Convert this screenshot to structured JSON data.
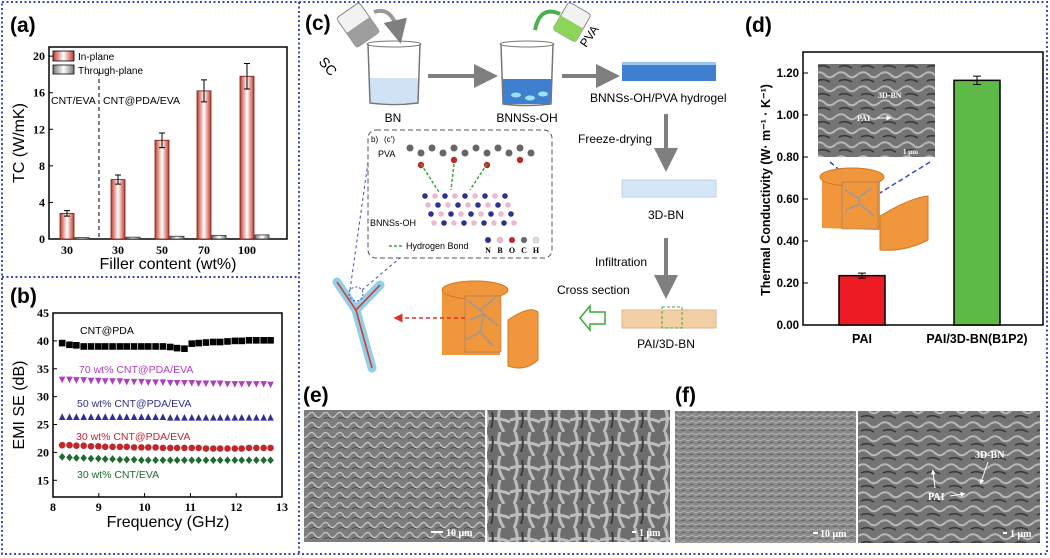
{
  "panels": {
    "a_label": "(a)",
    "b_label": "(b)",
    "c_label": "(c)",
    "d_label": "(d)",
    "e_label": "(e)",
    "f_label": "(f)"
  },
  "chart_data": [
    {
      "id": "a",
      "type": "bar",
      "xlabel": "Filler content (wt%)",
      "ylabel": "TC (W/mK)",
      "ylim": [
        0,
        21
      ],
      "yticks": [
        "0",
        "4",
        "8",
        "12",
        "16",
        "20"
      ],
      "categories": [
        "30",
        "30",
        "50",
        "70",
        "100"
      ],
      "group_labels": [
        "CNT/EVA",
        "CNT@PDA/EVA"
      ],
      "legend_position": "top-left",
      "series": [
        {
          "name": "In-plane",
          "color": "#c0392b",
          "values": [
            2.8,
            6.5,
            10.8,
            16.2,
            17.8
          ],
          "errors": [
            0.3,
            0.5,
            0.8,
            1.2,
            1.4
          ]
        },
        {
          "name": "Through-plane",
          "color": "#888888",
          "values": [
            0.15,
            0.2,
            0.3,
            0.4,
            0.45
          ],
          "errors": [
            0.02,
            0.03,
            0.03,
            0.1,
            0.05
          ]
        }
      ]
    },
    {
      "id": "b",
      "type": "scatter",
      "xlabel": "Frequency (GHz)",
      "ylabel": "EMI SE (dB)",
      "xlim": [
        8,
        13
      ],
      "ylim": [
        12,
        45
      ],
      "xticks": [
        "8",
        "9",
        "10",
        "11",
        "12",
        "13"
      ],
      "yticks": [
        "15",
        "20",
        "25",
        "30",
        "35",
        "40",
        "45"
      ],
      "x": [
        8.2,
        8.36,
        8.51,
        8.67,
        8.83,
        8.99,
        9.14,
        9.3,
        9.46,
        9.61,
        9.77,
        9.93,
        10.08,
        10.24,
        10.4,
        10.56,
        10.71,
        10.87,
        11.03,
        11.18,
        11.34,
        11.5,
        11.65,
        11.81,
        11.97,
        12.12,
        12.28,
        12.44,
        12.6,
        12.75
      ],
      "series": [
        {
          "name": "CNT@PDA",
          "color": "#000000",
          "marker": "square",
          "values": [
            39.6,
            39.3,
            39.2,
            39.0,
            39.0,
            39.0,
            39.0,
            39.0,
            39.0,
            39.0,
            39.0,
            39.0,
            39.0,
            39.0,
            39.0,
            38.9,
            38.7,
            38.6,
            39.5,
            39.6,
            39.7,
            39.8,
            39.8,
            39.9,
            40.0,
            40.0,
            40.1,
            40.1,
            40.1,
            40.1
          ]
        },
        {
          "name": "70 wt% CNT@PDA/EVA",
          "color": "#b03fc0",
          "marker": "triangle-down",
          "values": [
            33.0,
            33.0,
            32.9,
            32.9,
            32.8,
            32.8,
            32.7,
            32.7,
            32.7,
            32.6,
            32.6,
            32.6,
            32.5,
            32.5,
            32.5,
            32.4,
            32.4,
            32.4,
            32.4,
            32.3,
            32.3,
            32.3,
            32.3,
            32.2,
            32.2,
            32.2,
            32.2,
            32.2,
            32.2,
            32.1
          ]
        },
        {
          "name": "50 wt% CNT@PDA/EVA",
          "color": "#2e3192",
          "marker": "triangle-up",
          "values": [
            26.4,
            26.4,
            26.4,
            26.4,
            26.4,
            26.4,
            26.4,
            26.4,
            26.4,
            26.4,
            26.4,
            26.4,
            26.4,
            26.4,
            26.4,
            26.3,
            26.3,
            26.3,
            26.3,
            26.3,
            26.3,
            26.3,
            26.3,
            26.3,
            26.3,
            26.3,
            26.3,
            26.3,
            26.3,
            26.3
          ]
        },
        {
          "name": "30 wt% CNT@PDA/EVA",
          "color": "#c0272d",
          "marker": "circle",
          "values": [
            21.3,
            21.3,
            21.2,
            21.2,
            21.1,
            21.1,
            21.0,
            21.0,
            21.0,
            21.0,
            20.9,
            20.9,
            20.9,
            20.9,
            20.8,
            20.8,
            20.8,
            20.8,
            20.8,
            20.8,
            20.7,
            20.7,
            20.7,
            20.7,
            20.7,
            20.7,
            20.8,
            20.8,
            20.8,
            20.8
          ]
        },
        {
          "name": "30 wt% CNT/EVA",
          "color": "#1e6b2e",
          "marker": "diamond",
          "values": [
            19.2,
            19.1,
            19.0,
            19.0,
            18.9,
            18.9,
            18.8,
            18.8,
            18.7,
            18.7,
            18.7,
            18.6,
            18.6,
            18.6,
            18.6,
            18.6,
            18.6,
            18.6,
            18.6,
            18.6,
            18.6,
            18.6,
            18.6,
            18.6,
            18.6,
            18.6,
            18.6,
            18.6,
            18.6,
            18.6
          ]
        }
      ]
    },
    {
      "id": "d",
      "type": "bar",
      "ylabel": "Thermal Conductivity (W· m⁻¹ · K⁻¹)",
      "ylim": [
        0,
        1.3
      ],
      "yticks": [
        "0.00",
        "0.20",
        "0.40",
        "0.60",
        "0.80",
        "1.00",
        "1.20"
      ],
      "categories": [
        "PAI",
        "PAI/3D-BN(B1P2)"
      ],
      "values": [
        0.235,
        1.165
      ],
      "errors": [
        0.012,
        0.02
      ],
      "colors": [
        "#ed1c24",
        "#5dba46"
      ],
      "inset": {
        "label_bn": "3D-BN",
        "label_pai": "PAI",
        "scale": "1 μm"
      }
    }
  ],
  "schematic": {
    "sc": "SC",
    "pva_bottle": "PVA",
    "bn": "BN",
    "bnnss_oh": "BNNSs-OH",
    "hydrogel": "BNNSs-OH/PVA hydrogel",
    "freeze_drying": "Freeze-drying",
    "bn3d": "3D-BN",
    "infiltration": "Infiltration",
    "cross_section": "Cross section",
    "pai_3dbn": "PAI/3D-BN",
    "molecule": {
      "sub_label": "(c')",
      "b_label": "b)",
      "pva": "PVA",
      "bnnss": "BNNSs-OH",
      "hbond": "Hydrogen Bond",
      "atoms": [
        {
          "symbol": "N",
          "color": "#2e3192"
        },
        {
          "symbol": "B",
          "color": "#f0b8d0"
        },
        {
          "symbol": "O",
          "color": "#c0272d"
        },
        {
          "symbol": "C",
          "color": "#666666"
        },
        {
          "symbol": "H",
          "color": "#dddddd"
        }
      ]
    }
  },
  "sem": {
    "e1_scale": "10 μm",
    "e2_scale": "1 μm",
    "f1_scale": "10 μm",
    "f2_scale": "1 μm",
    "f2_bn": "3D-BN",
    "f2_pai": "PAI"
  },
  "colors": {
    "border": "#3b4cb8",
    "arrow": "#7f7f7f",
    "orange": "#f0963c",
    "hydrogel": "#3f7fd0"
  }
}
